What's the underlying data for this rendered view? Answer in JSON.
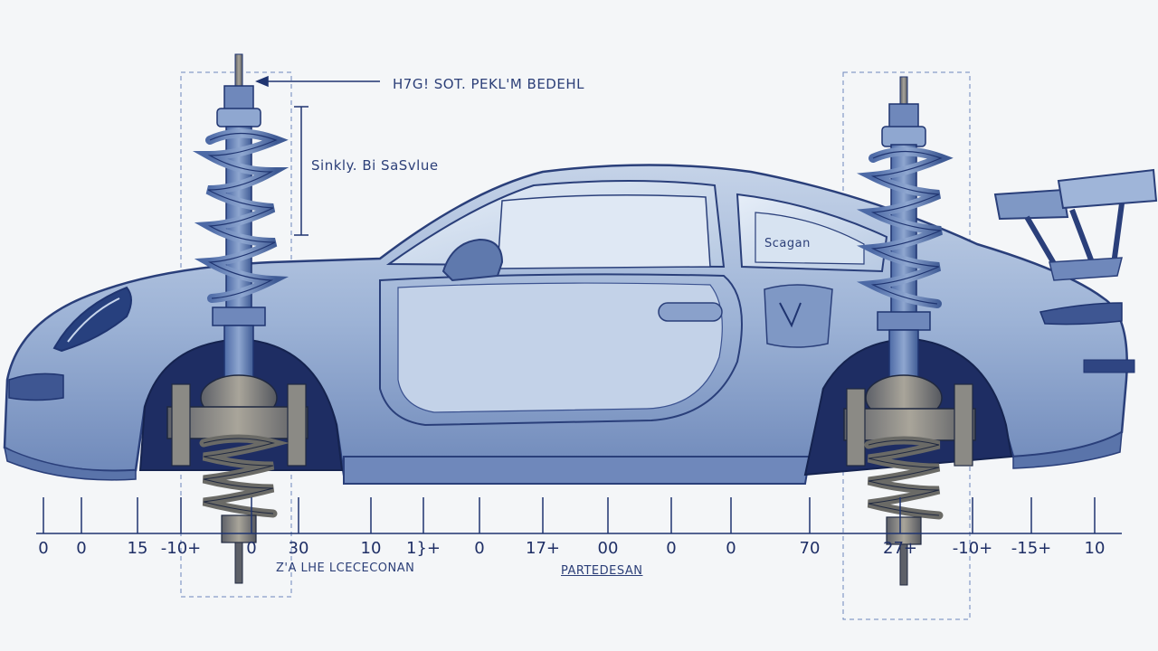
{
  "labels": {
    "top": "H7G!   SOT. PEKL'M BEDEHL",
    "mid": "Sinkly. Bi SaSvlue",
    "rear": "Scagan",
    "bottom_left": "Z'A  LHE  LCECECONAN",
    "bottom_mid": "PARTEDESAN"
  },
  "ruler_ticks": [
    "0",
    "0",
    "15",
    "-10+",
    "0",
    "30",
    "10",
    "1}+",
    "0",
    "17+",
    "00",
    "0",
    "0",
    "70",
    "27+",
    "-10+",
    "-15+",
    "10"
  ],
  "colors": {
    "ink": "#1f3470",
    "body": "#9fb6d8",
    "body_dark": "#5f79ad",
    "glass": "#d6e2f1",
    "metal": "#7b7f88",
    "paper": "#f4f6f8"
  }
}
